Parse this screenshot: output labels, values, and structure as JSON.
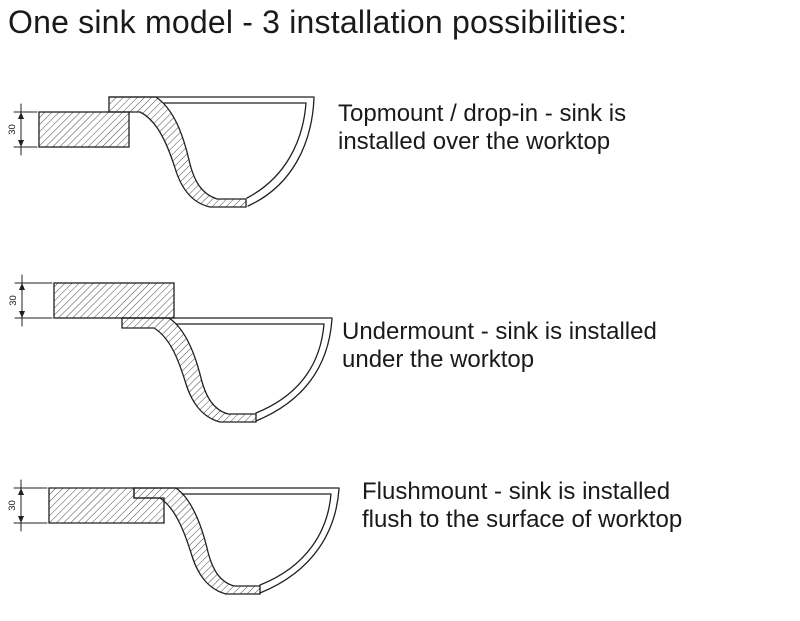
{
  "title": "One sink model - 3 installation possibilities:",
  "rows": [
    {
      "id": "topmount",
      "caption_lines": [
        "Topmount / drop-in - sink is",
        "installed over the worktop"
      ],
      "dimension_label": "30"
    },
    {
      "id": "undermount",
      "caption_lines": [
        "Undermount - sink is installed",
        "under the worktop"
      ],
      "dimension_label": "30"
    },
    {
      "id": "flushmount",
      "caption_lines": [
        "Flushmount - sink is installed",
        "flush to the surface of worktop"
      ],
      "dimension_label": "30"
    }
  ],
  "colors": {
    "background": "#ffffff",
    "text": "#1a1a1a",
    "line": "#202020",
    "hatch": "#4a4a4a"
  }
}
